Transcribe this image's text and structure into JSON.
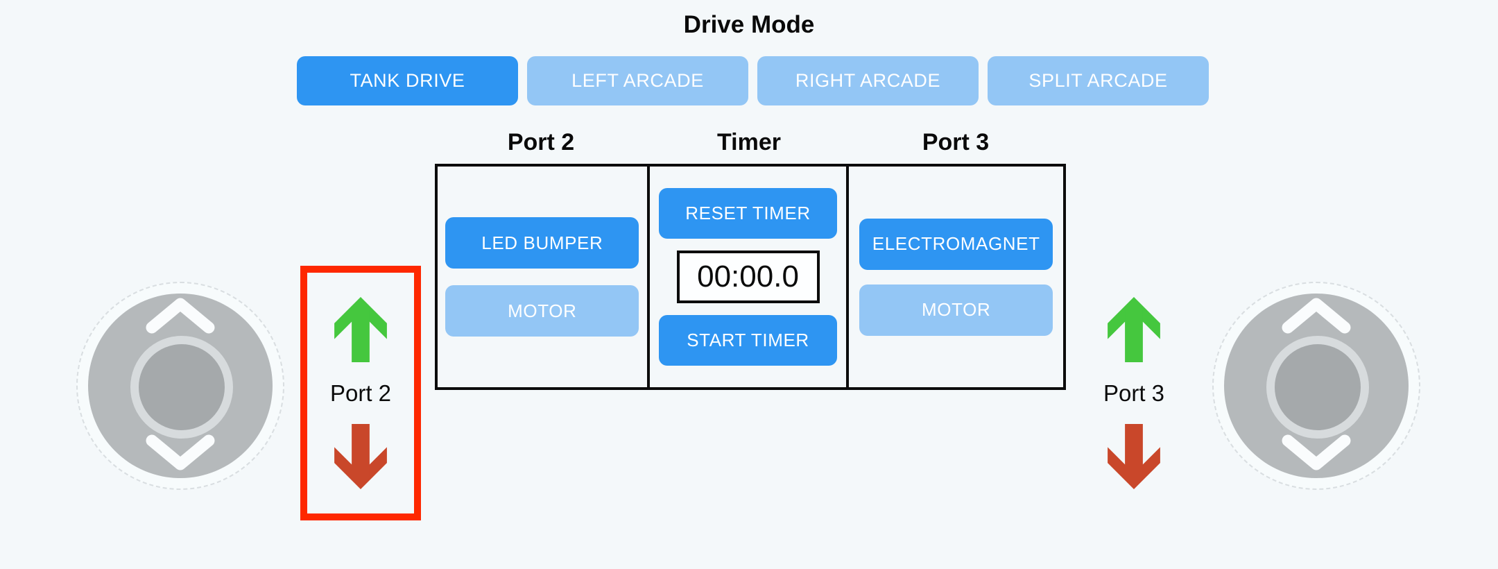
{
  "title": "Drive Mode",
  "drive_mode": {
    "buttons": [
      {
        "label": "TANK DRIVE",
        "state": "active"
      },
      {
        "label": "LEFT ARCADE",
        "state": "inactive"
      },
      {
        "label": "RIGHT ARCADE",
        "state": "inactive"
      },
      {
        "label": "SPLIT ARCADE",
        "state": "inactive"
      }
    ]
  },
  "panel": {
    "port2": {
      "header": "Port 2",
      "device_button": "LED BUMPER",
      "motor_button": "MOTOR"
    },
    "timer": {
      "header": "Timer",
      "reset_button": "RESET TIMER",
      "display": "00:00.0",
      "start_button": "START TIMER"
    },
    "port3": {
      "header": "Port 3",
      "device_button": "ELECTROMAGNET",
      "motor_button": "MOTOR"
    }
  },
  "left_port_control": {
    "label": "Port 2",
    "up_arrow_icon": "green-up-arrow",
    "down_arrow_icon": "red-down-arrow",
    "highlighted": true
  },
  "right_port_control": {
    "label": "Port 3",
    "up_arrow_icon": "green-up-arrow",
    "down_arrow_icon": "red-down-arrow",
    "highlighted": false
  },
  "joysticks": {
    "left": "vertical-joystick",
    "right": "vertical-joystick"
  },
  "colors": {
    "background": "#f4f8fa",
    "active_button_blue": "#2e95f2",
    "inactive_button_blue": "#93c6f5",
    "highlight_box_red": "#fe2800",
    "up_arrow_green": "#45c73e",
    "down_arrow_red": "#c9472a",
    "panel_border_black": "#0c0c0c",
    "joystick_gray": "#b5b9bb"
  }
}
